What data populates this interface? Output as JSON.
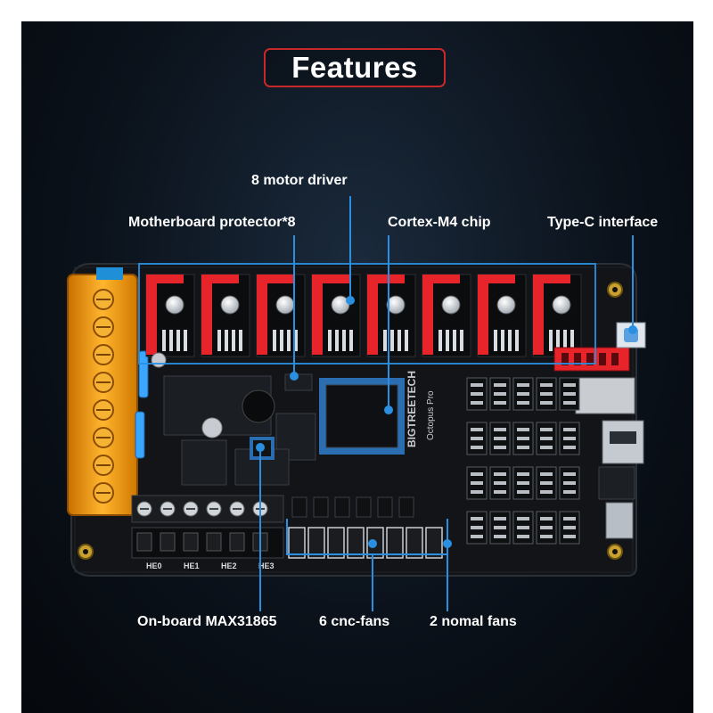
{
  "header": {
    "title": "Features"
  },
  "callouts": {
    "motor_driver": "8 motor driver",
    "protector": "Motherboard protector*8",
    "chip": "Cortex-M4 chip",
    "usb": "Type-C interface",
    "max31865": "On-board MAX31865",
    "cnc_fans": "6 cnc-fans",
    "normal_fans": "2 nomal fans"
  },
  "board": {
    "brand_text": "BIGTREETECH",
    "model_text": "Octopus Pro",
    "heater_labels": [
      "HE0",
      "HE1",
      "HE2",
      "HE3"
    ]
  },
  "colors": {
    "accent_blue": "#2a8fe0",
    "title_border": "#c8282a",
    "driver_red": "#e8242b",
    "terminal_amber": "#f09a10",
    "pcb": "#111316"
  }
}
